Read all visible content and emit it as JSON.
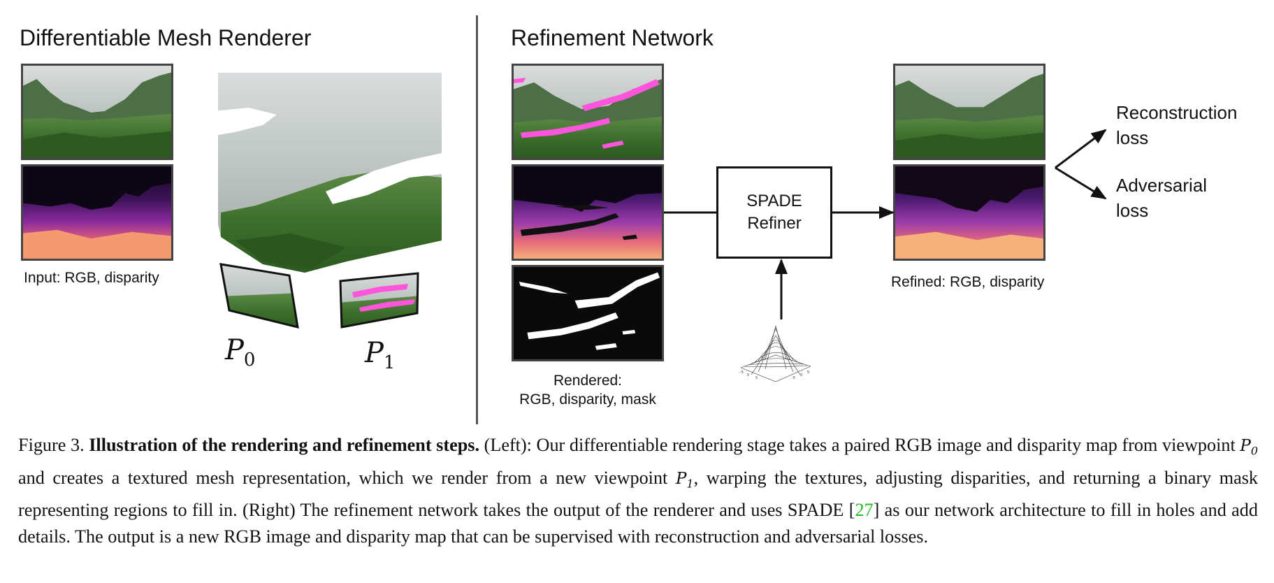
{
  "left_panel": {
    "heading": "Differentiable Mesh Renderer",
    "input_label": "Input: RGB, disparity",
    "p0_label": "P",
    "p0_sub": "0",
    "p1_label": "P",
    "p1_sub": "1"
  },
  "right_panel": {
    "heading": "Refinement Network",
    "rendered_label_line1": "Rendered:",
    "rendered_label_line2": "RGB, disparity, mask",
    "refiner_line1": "SPADE",
    "refiner_line2": "Refiner",
    "refined_label": "Refined: RGB, disparity",
    "loss1_line1": "Reconstruction",
    "loss1_line2": "loss",
    "loss2_line1": "Adversarial",
    "loss2_line2": "loss"
  },
  "caption": {
    "figure_num": "Figure 3.",
    "title": "Illustration of the rendering and refinement steps.",
    "part1": "(Left): Our differentiable rendering stage takes a paired RGB image and disparity map from viewpoint",
    "v0": "P",
    "v0_sub": "0",
    "part2": "and creates a textured mesh representation, which we render from a new viewpoint",
    "v1": "P",
    "v1_sub": "1",
    "part3": ", warping the textures, adjusting disparities, and returning a binary mask representing regions to fill in. (Right) The refinement network takes the output of the renderer and uses SPADE [",
    "ref": "27",
    "part4": "] as our network architecture to fill in holes and add details. The output is a new RGB image and disparity map that can be supervised with reconstruction and adversarial losses."
  },
  "colors": {
    "mask_highlight": "#ff55dd",
    "citation": "#22bb22",
    "foliage": "#3f7a2f",
    "sky": "#cfd4d4"
  }
}
